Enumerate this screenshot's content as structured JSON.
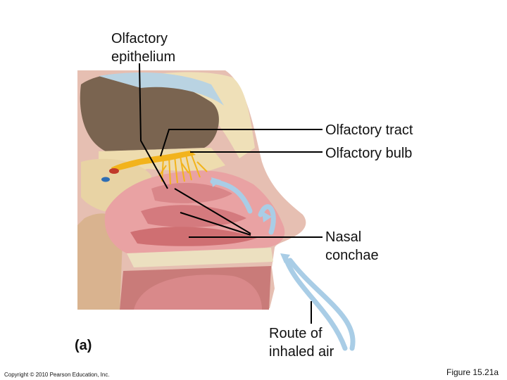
{
  "labels": {
    "olfactory_epithelium": [
      "Olfactory",
      "epithelium"
    ],
    "olfactory_tract": "Olfactory tract",
    "olfactory_bulb": "Olfactory bulb",
    "nasal_conchae": [
      "Nasal",
      "conchae"
    ],
    "route_of_inhaled_air": [
      "Route of",
      "inhaled air"
    ],
    "panel": "(a)"
  },
  "footer": {
    "copyright": "Copyright © 2010 Pearson Education, Inc.",
    "figure": "Figure 15.21a"
  },
  "colors": {
    "mucosa": "#e9a2a3",
    "mucosa_dark": "#cf6f72",
    "bone": "#efe0b8",
    "brain": "#6e5a45",
    "meninges": "#b7d0df",
    "nerve": "#f2b31c",
    "airflow": "#a9cde6",
    "skin": "#e3b7a8"
  }
}
